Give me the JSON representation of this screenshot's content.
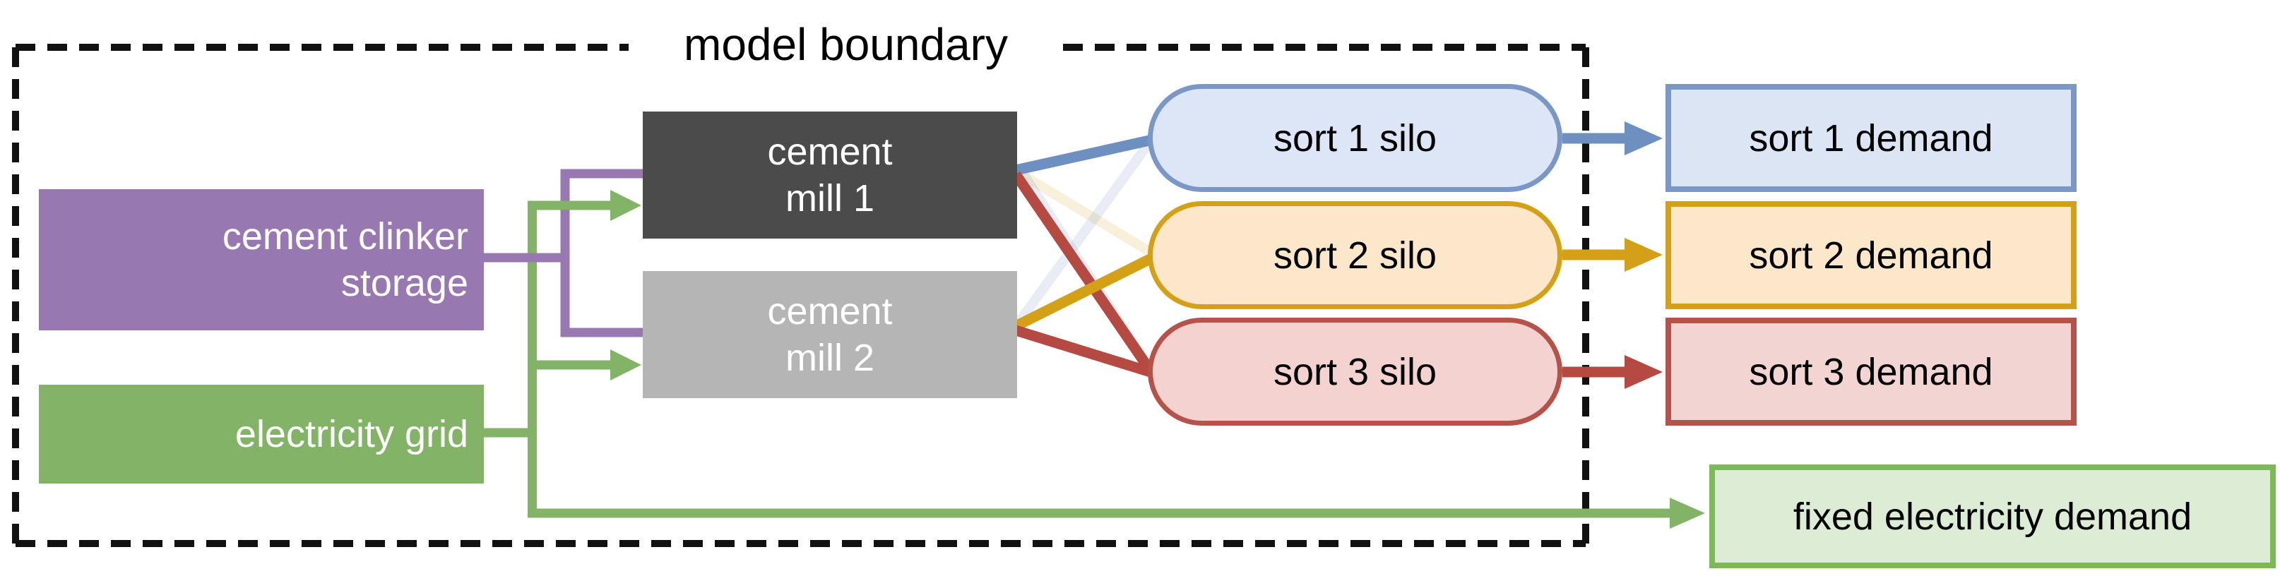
{
  "diagram_title": "model boundary",
  "nodes": {
    "storage": {
      "line1": "cement clinker",
      "line2": "storage"
    },
    "grid": {
      "label": "electricity grid"
    },
    "mill1": {
      "line1": "cement",
      "line2": "mill 1"
    },
    "mill2": {
      "line1": "cement",
      "line2": "mill 2"
    },
    "silo1": {
      "label": "sort 1 silo"
    },
    "silo2": {
      "label": "sort 2 silo"
    },
    "silo3": {
      "label": "sort 3 silo"
    },
    "demand1": {
      "label": "sort 1 demand"
    },
    "demand2": {
      "label": "sort 2 demand"
    },
    "demand3": {
      "label": "sort 3 demand"
    },
    "fixed_demand": {
      "label": "fixed electricity demand"
    }
  },
  "colors": {
    "purple": "#9878b0",
    "green": "#82b366",
    "mill1_dark_gray": "#4b4b4b",
    "mill2_light_gray": "#b5b5b5",
    "blue_line": "#6d90c1",
    "gold_line": "#d4a017",
    "red_line": "#b44a41",
    "boundary_dash": "#111111",
    "silo1_fill": "#dce6f6",
    "silo1_border": "#7b97c6",
    "silo2_fill": "#fde7cb",
    "silo2_border": "#d4a017",
    "silo3_fill": "#f3d2d0",
    "silo3_border": "#b5524a",
    "demand1_fill": "#dbe5f4",
    "demand1_border": "#7b97c6",
    "demand2_fill": "#fde7cb",
    "demand2_border": "#d4a017",
    "demand3_fill": "#f2d4d2",
    "demand3_border": "#b5524a",
    "fixed_fill": "#dcecd5",
    "fixed_border": "#7cb958",
    "faint_blue": "rgba(109,144,193,0.16)",
    "faint_beige": "rgba(214,160,24,0.16)"
  },
  "edges": [
    {
      "from": "cement-clinker-storage",
      "to": "cement-mill-1",
      "color": "purple",
      "style": "strong"
    },
    {
      "from": "cement-clinker-storage",
      "to": "cement-mill-2",
      "color": "purple",
      "style": "strong"
    },
    {
      "from": "electricity-grid",
      "to": "cement-mill-1",
      "color": "green",
      "style": "strong-arrow"
    },
    {
      "from": "electricity-grid",
      "to": "cement-mill-2",
      "color": "green",
      "style": "strong-arrow"
    },
    {
      "from": "electricity-grid",
      "to": "fixed-electricity-demand",
      "color": "green",
      "style": "strong-arrow"
    },
    {
      "from": "cement-mill-1",
      "to": "sort-1-silo",
      "color": "blue",
      "style": "strong"
    },
    {
      "from": "cement-mill-1",
      "to": "sort-3-silo",
      "color": "red",
      "style": "strong"
    },
    {
      "from": "cement-mill-2",
      "to": "sort-2-silo",
      "color": "gold",
      "style": "strong"
    },
    {
      "from": "cement-mill-2",
      "to": "sort-3-silo",
      "color": "red",
      "style": "strong"
    },
    {
      "from": "cement-mill-1",
      "to": "sort-2-silo",
      "color": "beige",
      "style": "faint"
    },
    {
      "from": "cement-mill-2",
      "to": "sort-1-silo",
      "color": "pale-blue",
      "style": "faint"
    },
    {
      "from": "cement-mill-1",
      "to": "sort-3-silo",
      "color": "pale-blue",
      "style": "faint"
    },
    {
      "from": "sort-1-silo",
      "to": "sort-1-demand",
      "color": "blue",
      "style": "strong-arrow"
    },
    {
      "from": "sort-2-silo",
      "to": "sort-2-demand",
      "color": "gold",
      "style": "strong-arrow"
    },
    {
      "from": "sort-3-silo",
      "to": "sort-3-demand",
      "color": "red",
      "style": "strong-arrow"
    }
  ]
}
